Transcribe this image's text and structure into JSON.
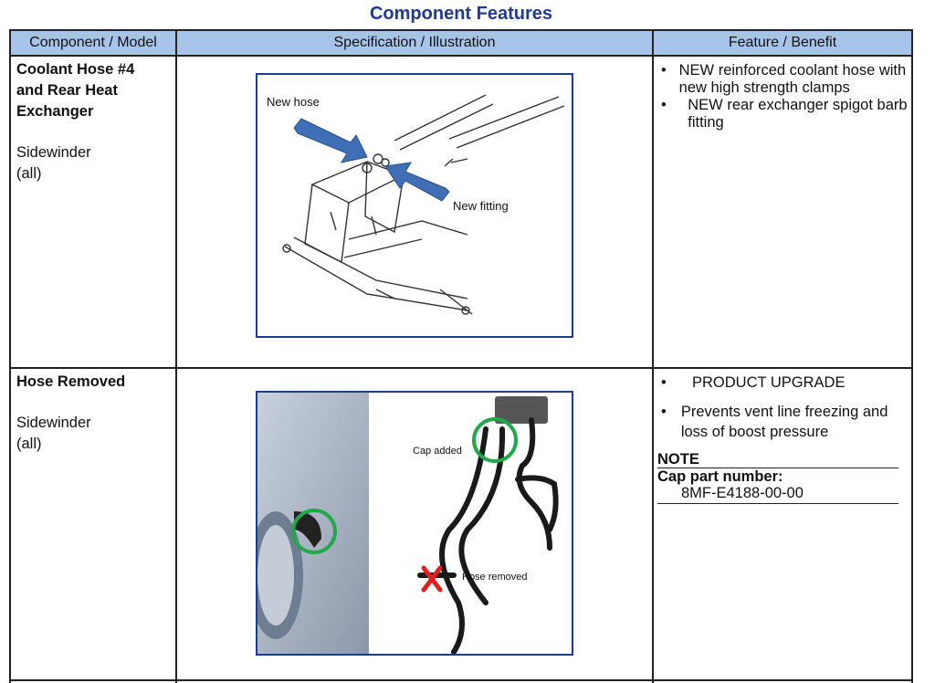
{
  "title": "Component Features",
  "headers": [
    "Component / Model",
    "Specification / Illustration",
    "Feature / Benefit"
  ],
  "rows": [
    {
      "component_lines": [
        "Coolant Hose #4",
        "and Rear Heat",
        "Exchanger"
      ],
      "model_lines": [
        "Sidewinder",
        "(all)"
      ],
      "illustration_labels": {
        "new_hose": "New hose",
        "new_fitting": "New fitting"
      },
      "bullets": [
        "NEW reinforced coolant hose with new high strength clamps",
        "NEW rear exchanger spigot barb fitting"
      ]
    },
    {
      "component_lines": [
        "Hose Removed"
      ],
      "model_lines": [
        "Sidewinder",
        "(all)"
      ],
      "illustration_labels": {
        "cap_added": "Cap added",
        "hose_removed": "Hose removed"
      },
      "bullets": [
        "PRODUCT UPGRADE",
        "Prevents vent line freezing and loss of boost pressure"
      ],
      "note_label": "NOTE",
      "cap_label": "Cap part number:",
      "part_number": "8MF-E4188-00-00"
    }
  ],
  "colors": {
    "header_bg": "#a7c4ea",
    "title": "#1f3a93",
    "arrow": "#3f6fb5",
    "circle": "#20a84a",
    "x_mark": "#e02020"
  },
  "icons": [
    "arrow-icon",
    "green-circle-icon",
    "red-x-icon"
  ]
}
